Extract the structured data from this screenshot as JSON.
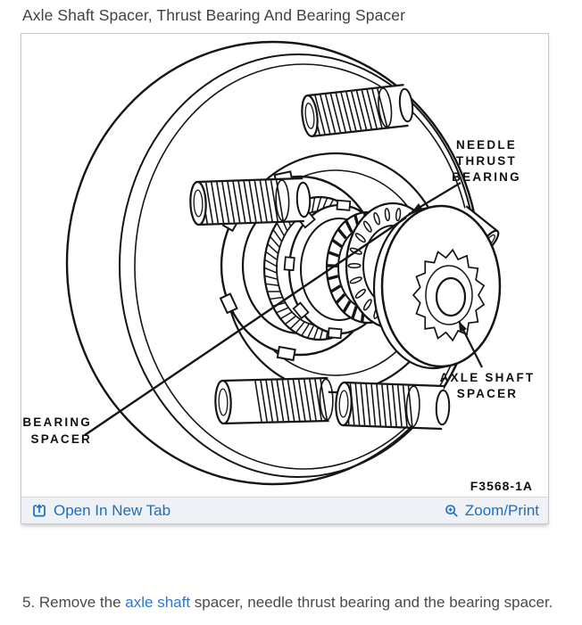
{
  "page_title": "Axle Shaft Spacer, Thrust Bearing And Bearing Spacer",
  "figure": {
    "labels": {
      "needle_thrust_bearing": [
        "NEEDLE",
        "THRUST",
        "BEARING"
      ],
      "axle_shaft_spacer": [
        "AXLE SHAFT",
        "SPACER"
      ],
      "bearing_spacer": [
        "BEARING",
        "SPACER"
      ],
      "figure_code": "F3568-1A"
    },
    "toolbar": {
      "open_in_new_tab": "Open In New Tab",
      "zoom_print": "Zoom/Print"
    }
  },
  "caption": {
    "prefix": "5. Remove the ",
    "link": "axle shaft",
    "suffix": " spacer, needle thrust bearing and the bearing spacer."
  },
  "colors": {
    "toolbar_link_blue": "#1d6fbe",
    "caption_link_blue": "#2d77cc",
    "toolbar_background": "#eef1f6",
    "panel_border": "#c9c9c9",
    "diagram_ink": "#151515"
  }
}
